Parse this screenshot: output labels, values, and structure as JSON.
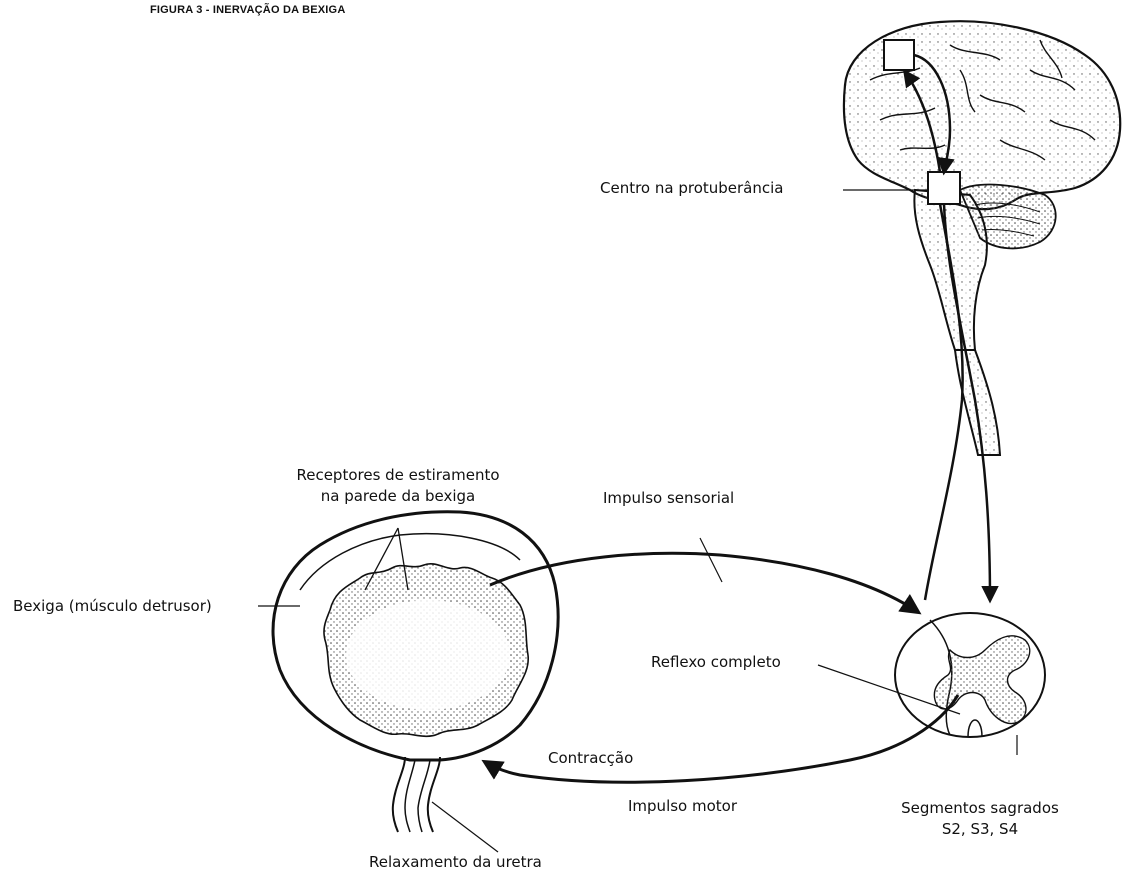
{
  "figure": {
    "title": "FIGURA 3 - INERVAÇÃO DA BEXIGA"
  },
  "labels": {
    "pons_center": "Centro na protuberância",
    "receptors_line1": "Receptores de estiramento",
    "receptors_line2": "na parede da bexiga",
    "sensory_impulse": "Impulso sensorial",
    "bladder": "Bexiga (músculo detrusor)",
    "complete_reflex": "Reflexo completo",
    "contraction": "Contracção",
    "motor_impulse": "Impulso motor",
    "sacral_line1": "Segmentos sagrados",
    "sacral_line2": "S2, S3, S4",
    "urethra": "Relaxamento da uretra"
  },
  "colors": {
    "ink": "#111111",
    "stipple": "#555555",
    "paper": "#ffffff"
  }
}
